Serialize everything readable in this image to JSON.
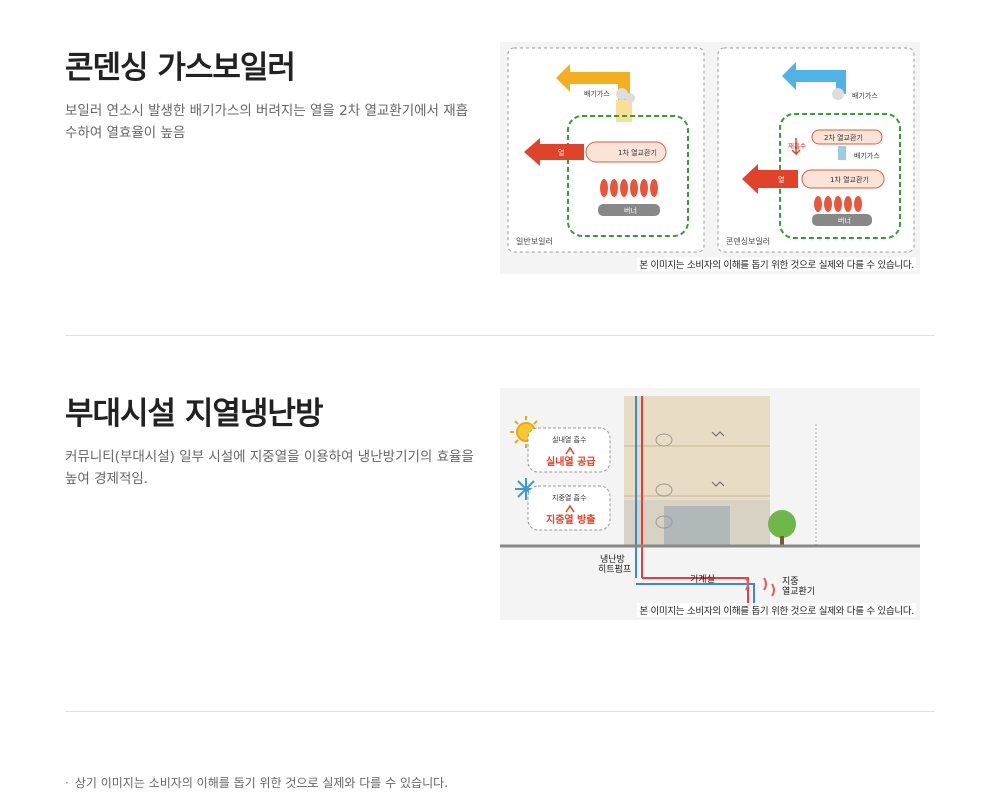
{
  "sections": [
    {
      "title": "콘덴싱 가스보일러",
      "description": "보일러 연소시 발생한 배기가스의 버려지는 열을 2차 열교환기에서 재흡수하여 열효율이 높음",
      "figure": {
        "panel_left": {
          "caption": "일반보일러",
          "exhaust": "배기가스",
          "heat": "열",
          "exchanger1": "1차 열교환기",
          "burner": "버너"
        },
        "panel_right": {
          "caption": "콘덴싱보일러",
          "exhaust_top": "배기가스",
          "exchanger2": "2차 열교환기",
          "condensate": "재흡수",
          "exhaust_mid": "배기가스",
          "heat": "열",
          "exchanger1": "1차 열교환기",
          "burner": "버너"
        },
        "notice": "본 이미지는 소비자의 이해를 돕기 위한 것으로 실제와 다를 수 있습니다."
      }
    },
    {
      "title": "부대시설 지열냉난방",
      "description": "커뮤니티(부대시설) 일부 시설에 지중열을 이용하여 냉난방기기의 효율을 높여 경제적임.",
      "figure": {
        "summer_top": "실내열 흡수",
        "summer_main": "실내열 공급",
        "winter_top": "지중열 흡수",
        "winter_main": "지중열 방출",
        "heatpump": "냉난방\n히트펌프",
        "machine_room": "기계실",
        "ground_hx": "지중\n열교환기",
        "notice": "본 이미지는 소비자의 이해를 돕기 위한 것으로 실제와 다를 수 있습니다."
      }
    }
  ],
  "footnote": "상기 이미지는 소비자의 이해를 돕기 위한 것으로 실제와 다를 수 있습니다.",
  "colors": {
    "exhaust_yellow": "#f2b01e",
    "heat_red": "#e0432a",
    "exhaust_blue": "#4fb3e6",
    "dashed_green": "#3a9a3a",
    "pipe_red": "#e04040",
    "pipe_blue": "#3a88d8"
  }
}
